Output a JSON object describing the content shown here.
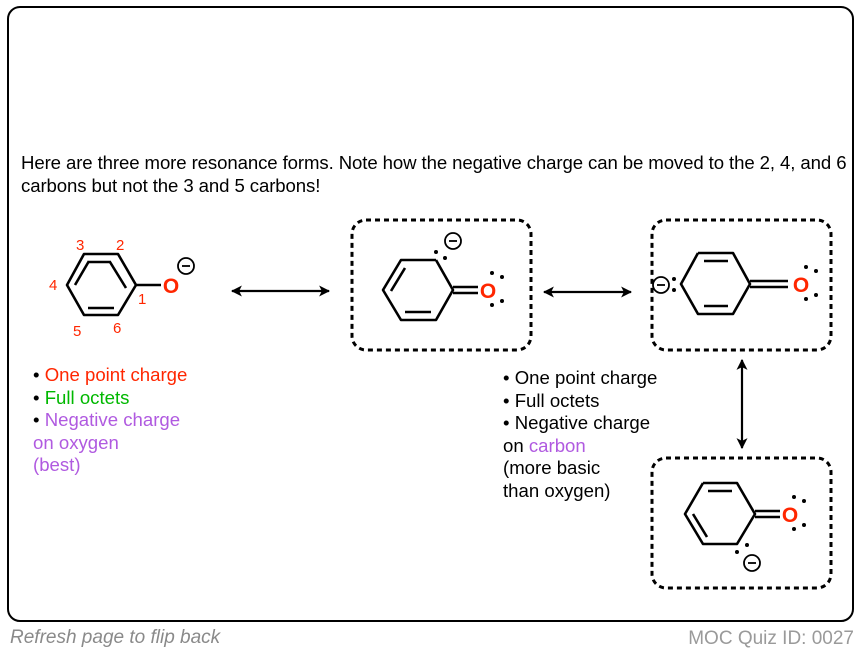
{
  "card": {
    "intro_text": "Here are three more resonance forms. Note how the negative charge can be moved to the 2, 4, and 6 carbons but not the 3 and 5 carbons!"
  },
  "phenoxide": {
    "atom_label": "O",
    "charge_symbol": "−",
    "carbon_numbers": [
      "1",
      "2",
      "3",
      "4",
      "5",
      "6"
    ]
  },
  "resonance_forms": [
    {
      "name": "ortho-carbanion-top",
      "oxygen_label": "O",
      "charge_symbol": "−",
      "charge_position": "carbon 2"
    },
    {
      "name": "para-carbanion",
      "oxygen_label": "O",
      "charge_symbol": "−",
      "charge_position": "carbon 4"
    },
    {
      "name": "ortho-carbanion-bottom",
      "oxygen_label": "O",
      "charge_symbol": "−",
      "charge_position": "carbon 6"
    }
  ],
  "notes_left": {
    "bullet": "•",
    "line1": "One point charge",
    "line2": "Full octets",
    "line3": "Negative charge",
    "line4": "on oxygen",
    "line5": "(best)"
  },
  "notes_mid": {
    "bullet": "•",
    "line1": "One point charge",
    "line2": "Full octets",
    "line3": "Negative charge",
    "line4_prefix": "on ",
    "line4_highlight": "carbon",
    "line5": "(more basic",
    "line6": "than oxygen)"
  },
  "colors": {
    "oxygen": "#ff2600",
    "green": "#00b800",
    "purple": "#b05ae0",
    "footer": "#8a8a8a"
  },
  "footer": {
    "left_text": "Refresh page to flip back",
    "right_text": "MOC Quiz ID: 0027"
  }
}
